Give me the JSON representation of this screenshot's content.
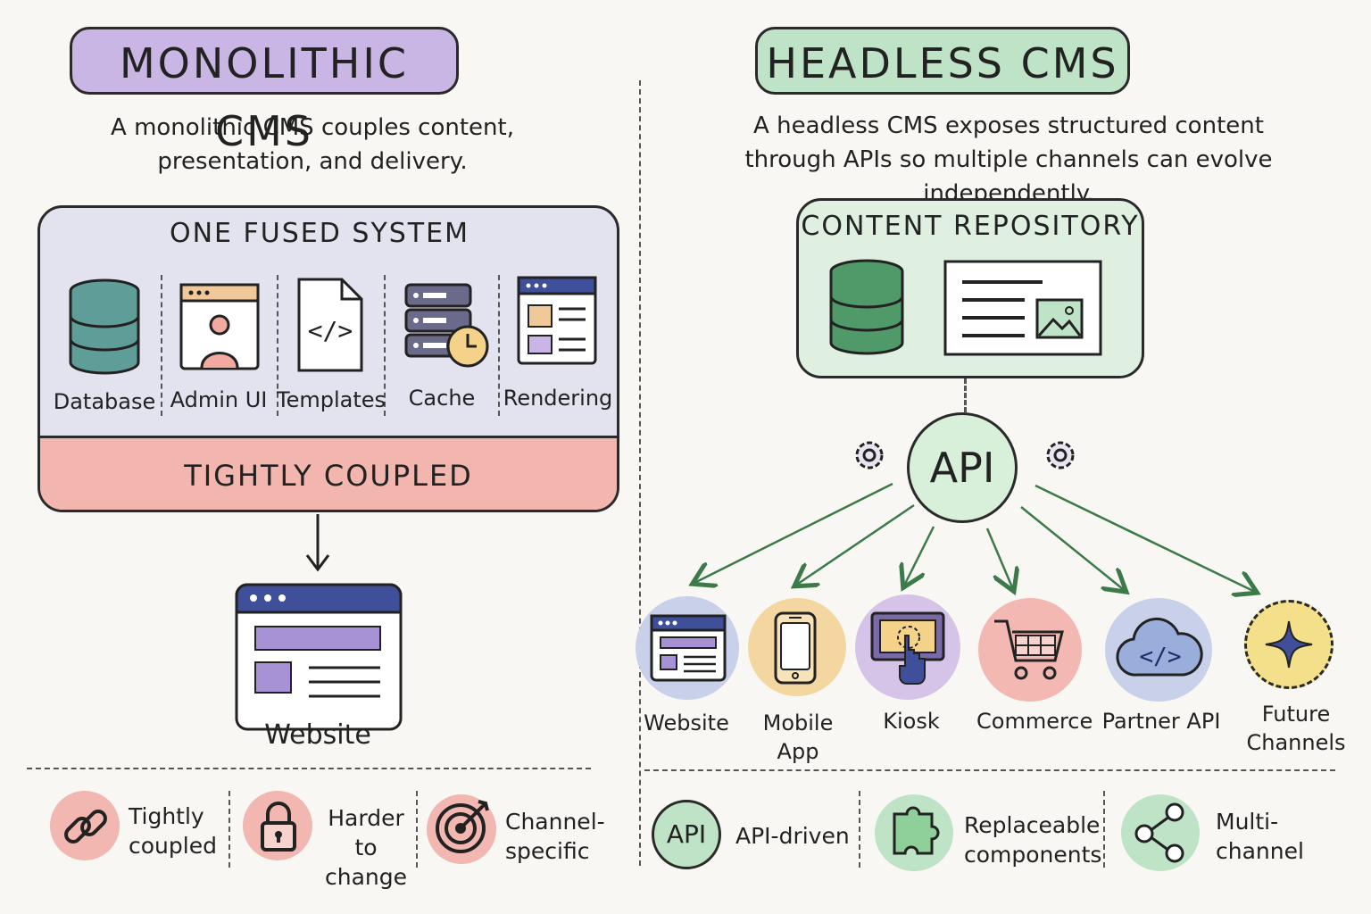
{
  "left": {
    "title": "MONOLITHIC  CMS",
    "caption_line1": "A monolithic CMS couples content,",
    "caption_line2": "presentation, and delivery.",
    "system_title": "ONE  FUSED  SYSTEM",
    "components": [
      "Database",
      "Admin UI",
      "Templates",
      "Cache",
      "Rendering"
    ],
    "coupled_label": "TIGHTLY  COUPLED",
    "output_label": "Website",
    "features": [
      {
        "line1": "Tightly",
        "line2": "coupled",
        "icon": "chain-link-icon"
      },
      {
        "line1": "Harder",
        "line2": "to change",
        "icon": "padlock-icon"
      },
      {
        "line1": "Channel-",
        "line2": "specific",
        "icon": "target-icon"
      }
    ]
  },
  "right": {
    "title": "HEADLESS  CMS",
    "caption_line1": "A headless CMS exposes structured content",
    "caption_line2": "through APIs so multiple channels can evolve independently.",
    "repo_title": "CONTENT REPOSITORY",
    "api_label": "API",
    "channels": [
      {
        "label": "Website",
        "icon": "browser-window-icon"
      },
      {
        "label": "Mobile App",
        "icon": "smartphone-icon"
      },
      {
        "label": "Kiosk",
        "icon": "kiosk-touch-icon"
      },
      {
        "label": "Commerce",
        "icon": "shopping-cart-icon"
      },
      {
        "label": "Partner API",
        "icon": "cloud-code-icon"
      },
      {
        "label_line1": "Future",
        "label_line2": "Channels",
        "icon": "sparkle-star-icon"
      }
    ],
    "features": [
      {
        "badge": "API",
        "line1": "API-driven",
        "icon": "api-badge-icon"
      },
      {
        "line1": "Replaceable",
        "line2": "components",
        "icon": "puzzle-piece-icon"
      },
      {
        "line1": "Multi-",
        "line2": "channel",
        "icon": "share-nodes-icon"
      }
    ]
  },
  "colors": {
    "purple": "#c9b6e4",
    "green": "#bfe3c6",
    "red": "#f2a9a0",
    "teal": "#5f9e98",
    "yellow": "#f4e08a",
    "blue": "#3f4f9a",
    "arrow_green": "#3d7a4a"
  }
}
